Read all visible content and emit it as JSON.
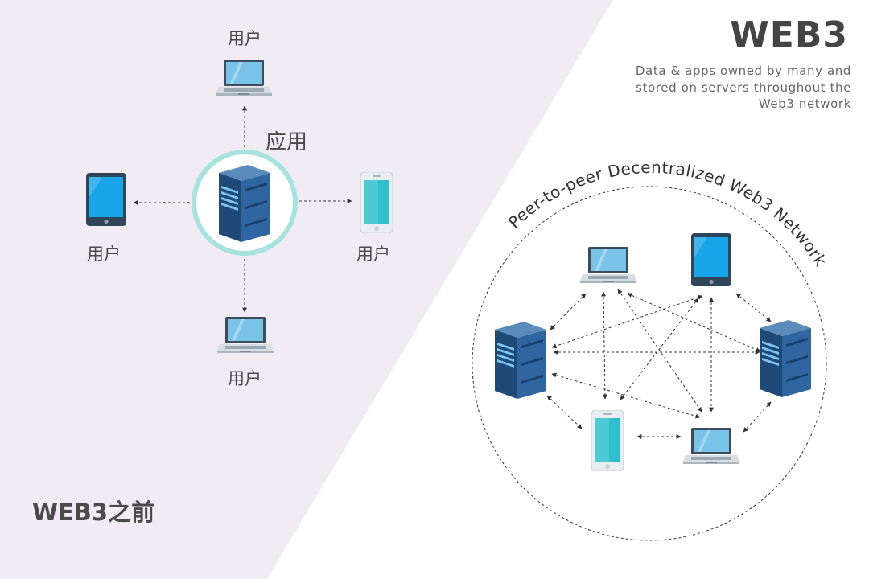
{
  "left_panel": {
    "title": "WEB3之前",
    "app_label": "应用",
    "user_labels": [
      "用户",
      "用户",
      "用户",
      "用户"
    ]
  },
  "right_panel": {
    "title": "WEB3",
    "subtitle": "Data & apps owned by many and stored on servers throughout the Web3 network",
    "ring_label": "Peer-to-peer Decentralized Web3 Network"
  },
  "colors": {
    "left_bg": "#f1ecf4",
    "server": "#2b5a8a",
    "ring": "#a6e3df",
    "screen_blue": "#19a5ea",
    "screen_teal": "#2ec1cc",
    "text": "#444444"
  }
}
